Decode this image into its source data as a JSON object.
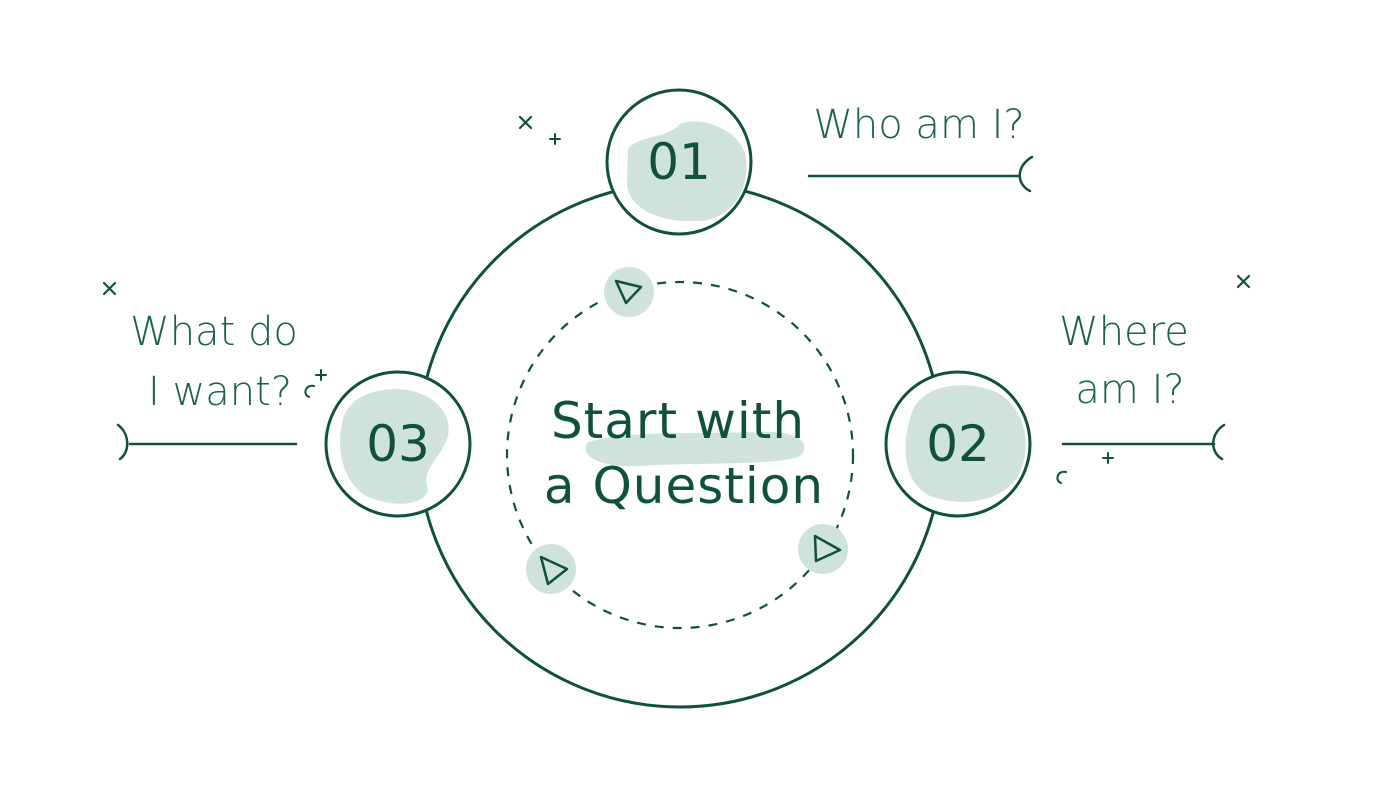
{
  "center": {
    "line1": "Start with",
    "line2": "a Question"
  },
  "steps": [
    {
      "number": "01",
      "label_lines": [
        "Who am I?"
      ]
    },
    {
      "number": "02",
      "label_lines": [
        "Where",
        "am I?"
      ]
    },
    {
      "number": "03",
      "label_lines": [
        "What do",
        "I want?"
      ]
    }
  ],
  "colors": {
    "ink": "#0f5237",
    "blob": "#cfe3dc",
    "background": "#ffffff"
  }
}
